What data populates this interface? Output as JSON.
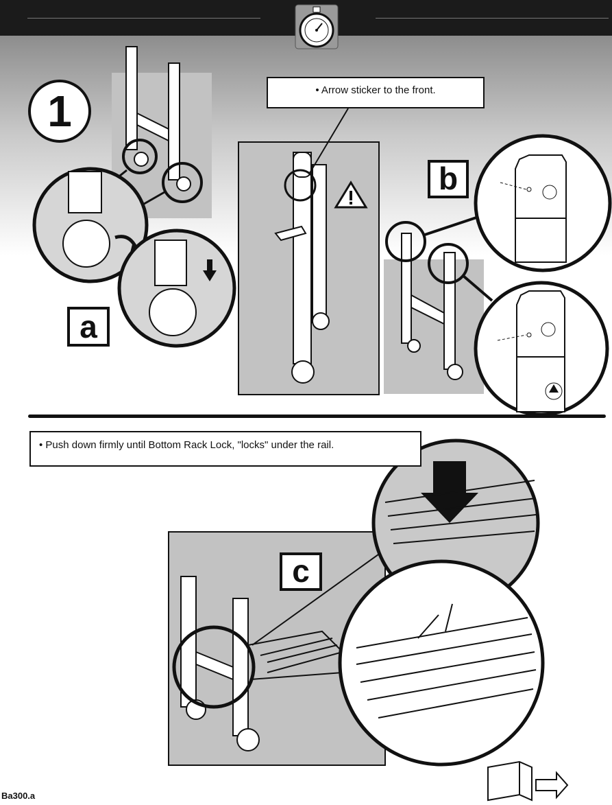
{
  "header": {
    "timer_icon": "stopwatch-icon"
  },
  "step": {
    "number": "1"
  },
  "panels": {
    "a": {
      "label": "a"
    },
    "b": {
      "label": "b"
    },
    "c": {
      "label": "c"
    }
  },
  "notes": {
    "arrow_sticker": "• Arrow sticker to the front.",
    "push_down": "• Push down firmly until Bottom Rack Lock, \"locks\" under the rail."
  },
  "icons": {
    "warning": "warning-triangle-icon",
    "next_page": "book-next-page-icon"
  },
  "footer": {
    "code": "Ba300.a"
  }
}
